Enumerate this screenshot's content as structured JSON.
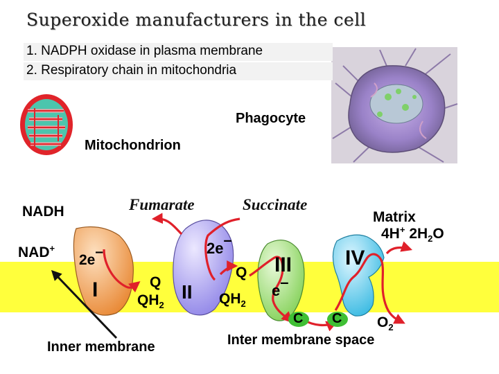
{
  "title": "Superoxide manufacturers in the cell",
  "list": [
    "1. NADPH oxidase in plasma membrane",
    "2. Respiratory chain in mitochondria"
  ],
  "labels": {
    "phagocyte": "Phagocyte",
    "mitochondrion": "Mitochondrion",
    "nadh": "NADH",
    "nad_base": "NAD",
    "nad_sup": "+",
    "fumarate": "Fumarate",
    "succinate": "Succinate",
    "matrix": "Matrix",
    "h_base": "4H",
    "h_sup": "+",
    "h2o_a": "2H",
    "h2o_sub": "2",
    "h2o_b": "O",
    "e_left": "2e",
    "e_mid": "2e",
    "complex_1": "I",
    "complex_2": "II",
    "complex_3": "III",
    "complex_4": "IV",
    "q_left": "Q",
    "qh2_left_base": "QH",
    "qh2_left_sub": "2",
    "q_right": "Q",
    "qh2_right_base": "QH",
    "qh2_right_sub": "2",
    "e_right": "e",
    "cyt_c1": "C",
    "cyt_c2": "C",
    "o2_base": "O",
    "o2_sub": "2",
    "inner_membrane": "Inner membrane",
    "inter_membrane": "Inter membrane space"
  },
  "colors": {
    "membrane": "#ffff3c",
    "complex_1": "#f2a250",
    "complex_2": "#a69cf0",
    "complex_3": "#a6e07c",
    "complex_4": "#56c8e8",
    "arrows": "#e0202a"
  }
}
